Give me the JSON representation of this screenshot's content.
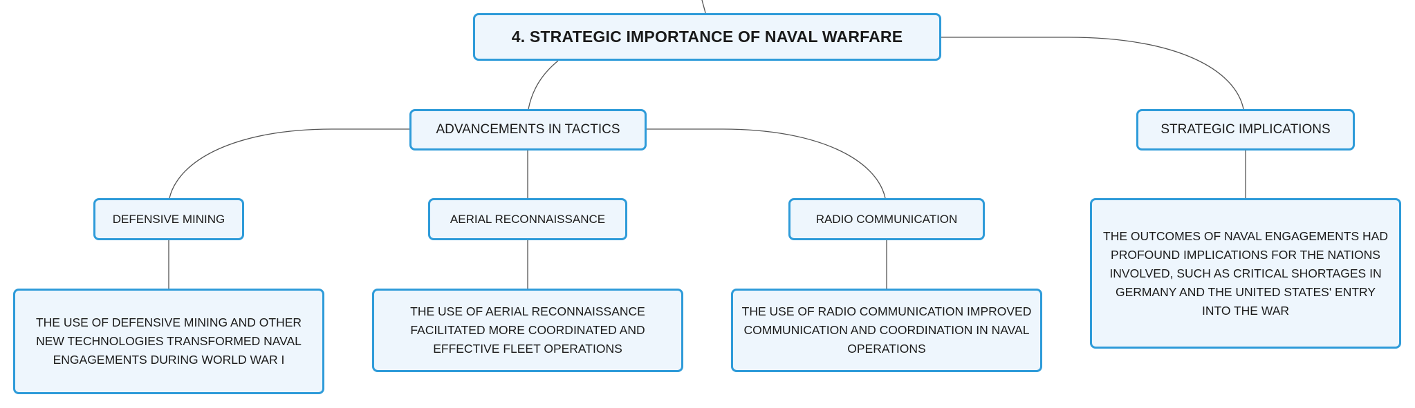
{
  "diagram": {
    "root": {
      "label": "4. STRATEGIC IMPORTANCE OF NAVAL WARFARE"
    },
    "branches": [
      {
        "label": "ADVANCEMENTS IN TACTICS",
        "children": [
          {
            "label": "DEFENSIVE MINING",
            "detail": "THE USE OF DEFENSIVE MINING AND OTHER NEW TECHNOLOGIES TRANSFORMED NAVAL ENGAGEMENTS DURING WORLD WAR I"
          },
          {
            "label": "AERIAL RECONNAISSANCE",
            "detail": "THE USE OF AERIAL RECONNAISSANCE FACILITATED MORE COORDINATED AND EFFECTIVE FLEET OPERATIONS"
          },
          {
            "label": "RADIO COMMUNICATION",
            "detail": "THE USE OF RADIO COMMUNICATION IMPROVED COMMUNICATION AND COORDINATION IN NAVAL OPERATIONS"
          }
        ]
      },
      {
        "label": "STRATEGIC IMPLICATIONS",
        "detail": "THE OUTCOMES OF NAVAL ENGAGEMENTS HAD PROFOUND IMPLICATIONS FOR THE NATIONS INVOLVED, SUCH AS CRITICAL SHORTAGES IN GERMANY AND THE UNITED STATES' ENTRY INTO THE WAR"
      }
    ],
    "colors": {
      "border": "#2e9bd9",
      "fill": "#eef6fd",
      "edge": "#555555",
      "text": "#1a1a1a"
    }
  }
}
